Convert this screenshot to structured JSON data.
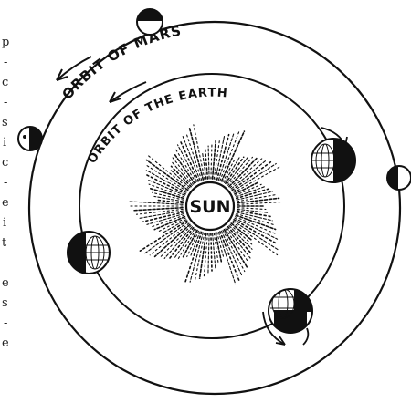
{
  "labels": {
    "mars_orbit": "ORBIT OF MARS",
    "earth_orbit": "ORBIT OF THE EARTH",
    "sun": "SUN"
  },
  "left_margin_glyphs": [
    "p",
    "-",
    "c",
    "-",
    "s",
    "i",
    "c",
    "-",
    "e",
    "i",
    "t",
    "-",
    "e",
    "s",
    "-",
    "e"
  ],
  "colors": {
    "ink": "#111111",
    "paper": "#ffffff"
  }
}
